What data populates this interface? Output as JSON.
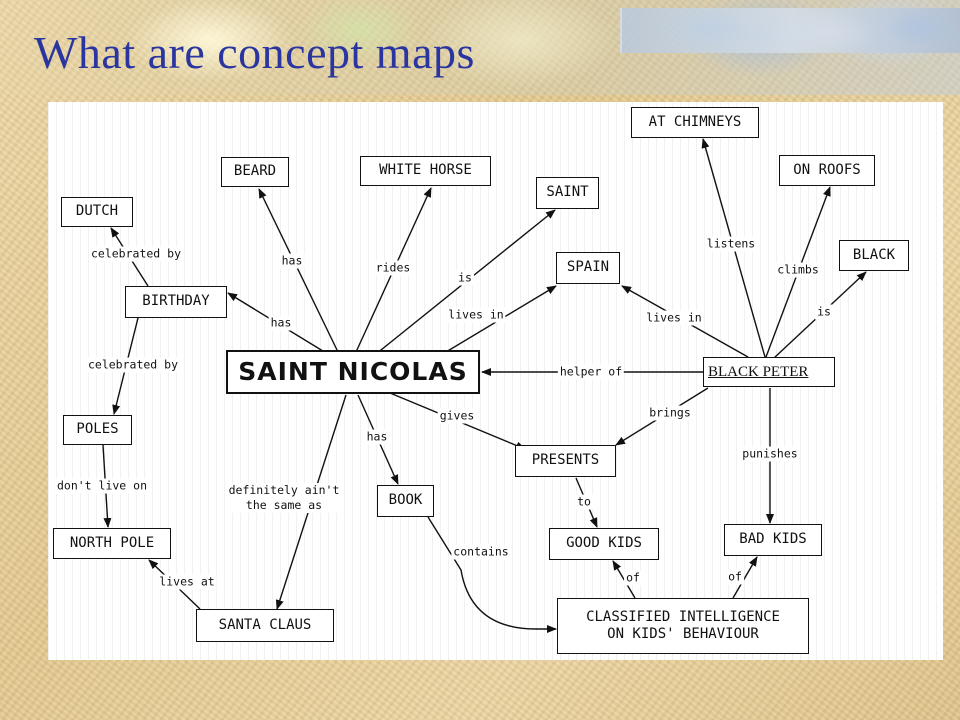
{
  "slide": {
    "title": "What are concept maps"
  },
  "concept_map": {
    "nodes": [
      {
        "id": "saint_nicolas",
        "label": "SAINT NICOLAS",
        "style": "main"
      },
      {
        "id": "beard",
        "label": "BEARD"
      },
      {
        "id": "white_horse",
        "label": "WHITE HORSE"
      },
      {
        "id": "saint",
        "label": "SAINT"
      },
      {
        "id": "dutch",
        "label": "DUTCH"
      },
      {
        "id": "birthday",
        "label": "BIRTHDAY"
      },
      {
        "id": "poles",
        "label": "POLES"
      },
      {
        "id": "north_pole",
        "label": "NORTH POLE"
      },
      {
        "id": "santa_claus",
        "label": "SANTA CLAUS"
      },
      {
        "id": "book",
        "label": "BOOK"
      },
      {
        "id": "presents",
        "label": "PRESENTS"
      },
      {
        "id": "good_kids",
        "label": "GOOD KIDS"
      },
      {
        "id": "bad_kids",
        "label": "BAD KIDS"
      },
      {
        "id": "classified",
        "label": "CLASSIFIED INTELLIGENCE\nON KIDS' BEHAVIOUR"
      },
      {
        "id": "spain",
        "label": "SPAIN"
      },
      {
        "id": "at_chimneys",
        "label": "AT CHIMNEYS"
      },
      {
        "id": "on_roofs",
        "label": "ON ROOFS"
      },
      {
        "id": "black",
        "label": "BLACK"
      },
      {
        "id": "black_peter",
        "label": "BLACK PETER",
        "style": "underline"
      }
    ],
    "edges": [
      {
        "from": "saint_nicolas",
        "to": "beard",
        "label": "has"
      },
      {
        "from": "saint_nicolas",
        "to": "white_horse",
        "label": "rides"
      },
      {
        "from": "saint_nicolas",
        "to": "saint",
        "label": "is"
      },
      {
        "from": "saint_nicolas",
        "to": "birthday",
        "label": "has"
      },
      {
        "from": "birthday",
        "to": "dutch",
        "label": "celebrated by"
      },
      {
        "from": "birthday",
        "to": "poles",
        "label": "celebrated by"
      },
      {
        "from": "poles",
        "to": "north_pole",
        "label": "don't live on"
      },
      {
        "from": "santa_claus",
        "to": "north_pole",
        "label": "lives at"
      },
      {
        "from": "saint_nicolas",
        "to": "santa_claus",
        "label": "definitely ain't\nthe same as"
      },
      {
        "from": "saint_nicolas",
        "to": "book",
        "label": "has"
      },
      {
        "from": "saint_nicolas",
        "to": "presents",
        "label": "gives"
      },
      {
        "from": "saint_nicolas",
        "to": "spain",
        "label": "lives in"
      },
      {
        "from": "black_peter",
        "to": "saint_nicolas",
        "label": "helper of"
      },
      {
        "from": "black_peter",
        "to": "spain",
        "label": "lives in"
      },
      {
        "from": "black_peter",
        "to": "at_chimneys",
        "label": "listens"
      },
      {
        "from": "black_peter",
        "to": "on_roofs",
        "label": "climbs"
      },
      {
        "from": "black_peter",
        "to": "black",
        "label": "is"
      },
      {
        "from": "black_peter",
        "to": "presents",
        "label": "brings"
      },
      {
        "from": "black_peter",
        "to": "bad_kids",
        "label": "punishes"
      },
      {
        "from": "presents",
        "to": "good_kids",
        "label": "to"
      },
      {
        "from": "book",
        "to": "classified",
        "label": "contains"
      },
      {
        "from": "classified",
        "to": "good_kids",
        "label": "of"
      },
      {
        "from": "classified",
        "to": "bad_kids",
        "label": "of"
      }
    ]
  }
}
